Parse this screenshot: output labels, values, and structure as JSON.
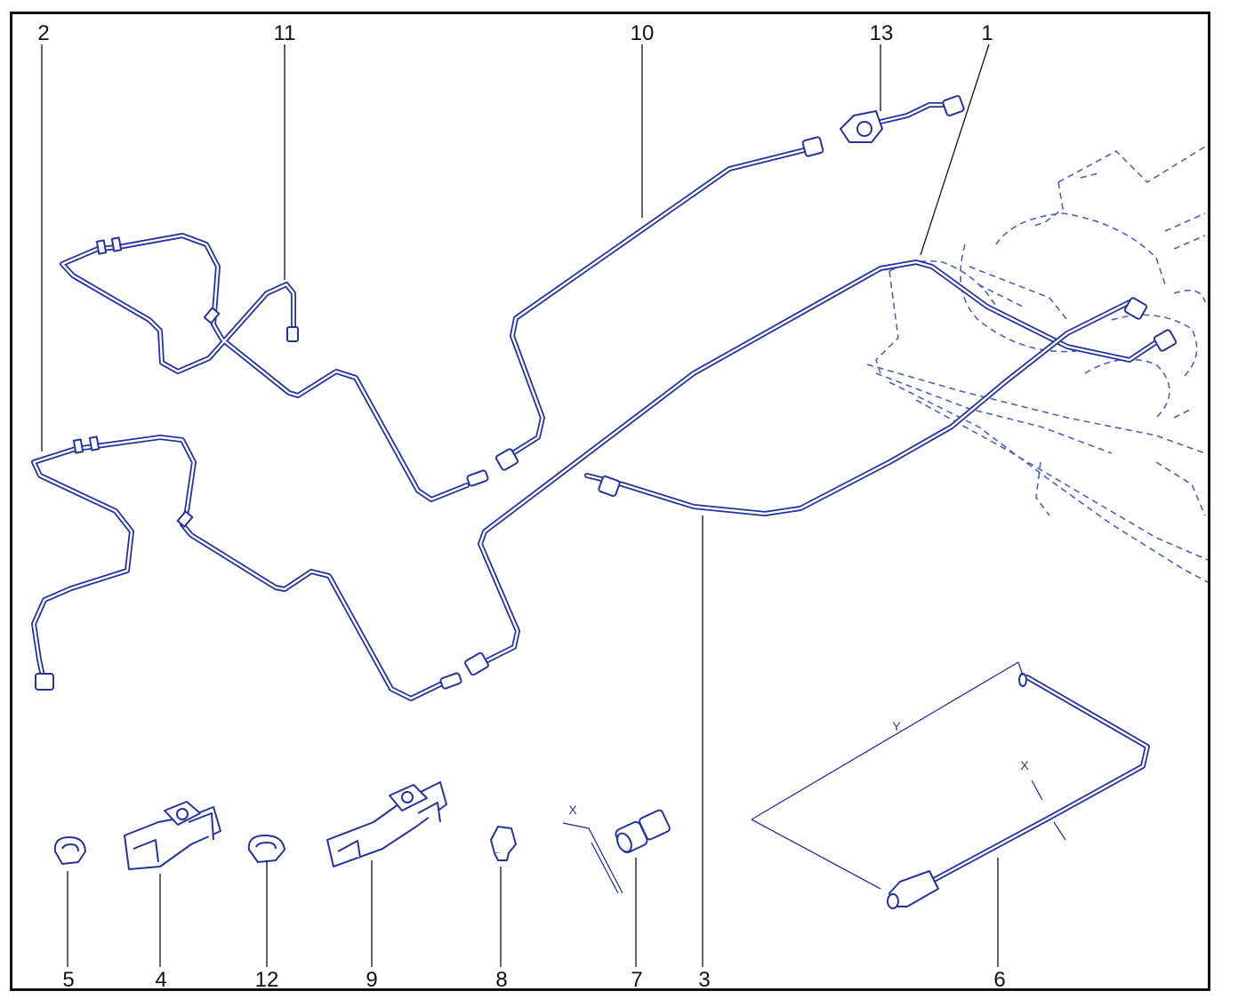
{
  "labels": {
    "n1": "1",
    "n2": "2",
    "n3": "3",
    "n4": "4",
    "n5": "5",
    "n6": "6",
    "n7": "7",
    "n8": "8",
    "n9": "9",
    "n10": "10",
    "n11": "11",
    "n12": "12",
    "n13": "13"
  },
  "dimensions": {
    "x_pipe": "X",
    "y_pipe": "Y",
    "x_union": "X"
  },
  "colors": {
    "line": "#23359a",
    "dashed": "#4d61b8",
    "text": "#111111"
  }
}
